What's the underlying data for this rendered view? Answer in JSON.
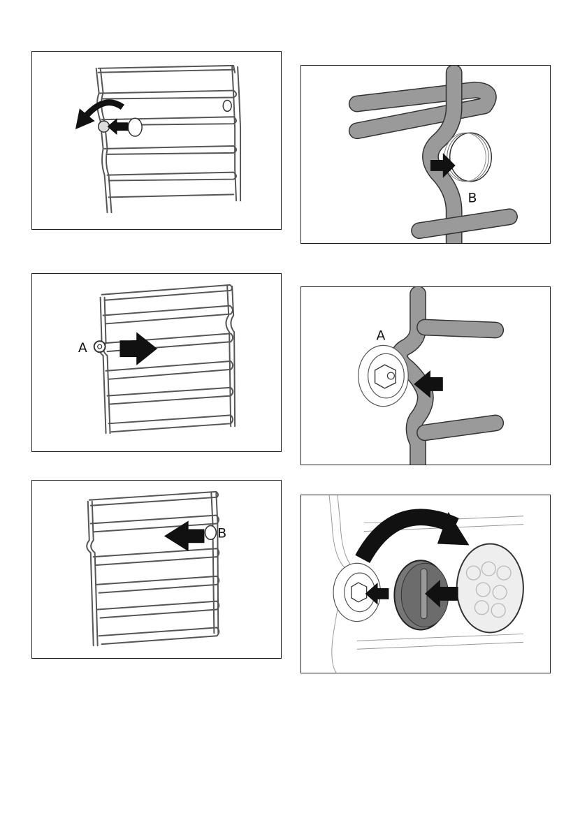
{
  "figures": [
    {
      "id": "fig1",
      "labels": []
    },
    {
      "id": "fig2",
      "labels": [
        "A"
      ]
    },
    {
      "id": "fig3",
      "labels": [
        "B"
      ]
    },
    {
      "id": "fig4",
      "labels": [
        "B"
      ]
    },
    {
      "id": "fig5",
      "labels": [
        "A"
      ]
    },
    {
      "id": "fig6",
      "labels": []
    }
  ],
  "colors": {
    "frame": "#222222",
    "rail": "#555555",
    "arrow": "#111111",
    "tube": "#9a9a9a"
  }
}
